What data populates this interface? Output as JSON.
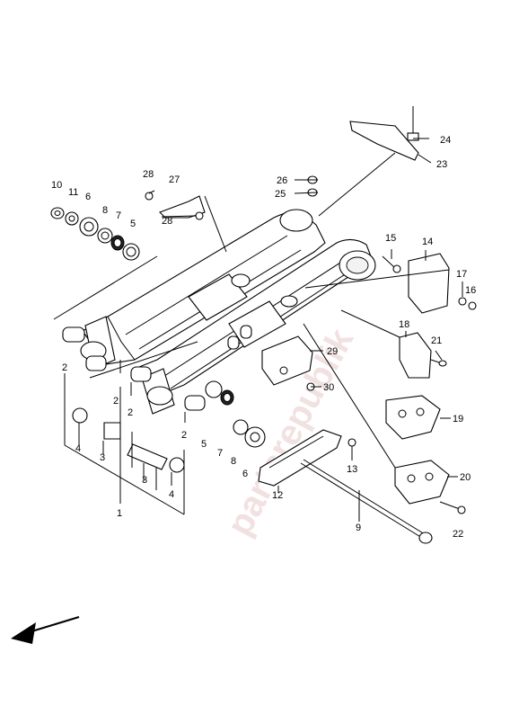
{
  "watermark": "partsrepublik",
  "callouts": [
    {
      "id": "c1",
      "label": "1"
    },
    {
      "id": "c2a",
      "label": "2"
    },
    {
      "id": "c2b",
      "label": "2"
    },
    {
      "id": "c2c",
      "label": "2"
    },
    {
      "id": "c2d",
      "label": "2"
    },
    {
      "id": "c3a",
      "label": "3"
    },
    {
      "id": "c3b",
      "label": "3"
    },
    {
      "id": "c4a",
      "label": "4"
    },
    {
      "id": "c4b",
      "label": "4"
    },
    {
      "id": "c5a",
      "label": "5"
    },
    {
      "id": "c5b",
      "label": "5"
    },
    {
      "id": "c6a",
      "label": "6"
    },
    {
      "id": "c6b",
      "label": "6"
    },
    {
      "id": "c7a",
      "label": "7"
    },
    {
      "id": "c7b",
      "label": "7"
    },
    {
      "id": "c8a",
      "label": "8"
    },
    {
      "id": "c8b",
      "label": "8"
    },
    {
      "id": "c9",
      "label": "9"
    },
    {
      "id": "c10",
      "label": "10"
    },
    {
      "id": "c11",
      "label": "11"
    },
    {
      "id": "c12",
      "label": "12"
    },
    {
      "id": "c13",
      "label": "13"
    },
    {
      "id": "c14",
      "label": "14"
    },
    {
      "id": "c15",
      "label": "15"
    },
    {
      "id": "c16",
      "label": "16"
    },
    {
      "id": "c17",
      "label": "17"
    },
    {
      "id": "c18",
      "label": "18"
    },
    {
      "id": "c19",
      "label": "19"
    },
    {
      "id": "c20",
      "label": "20"
    },
    {
      "id": "c21",
      "label": "21"
    },
    {
      "id": "c22",
      "label": "22"
    },
    {
      "id": "c23",
      "label": "23"
    },
    {
      "id": "c24",
      "label": "24"
    },
    {
      "id": "c25",
      "label": "25"
    },
    {
      "id": "c26",
      "label": "26"
    },
    {
      "id": "c27",
      "label": "27"
    },
    {
      "id": "c28a",
      "label": "28"
    },
    {
      "id": "c28b",
      "label": "28"
    },
    {
      "id": "c29",
      "label": "29"
    },
    {
      "id": "c30",
      "label": "30"
    }
  ],
  "icons": {
    "direction": "front-arrow-icon"
  }
}
